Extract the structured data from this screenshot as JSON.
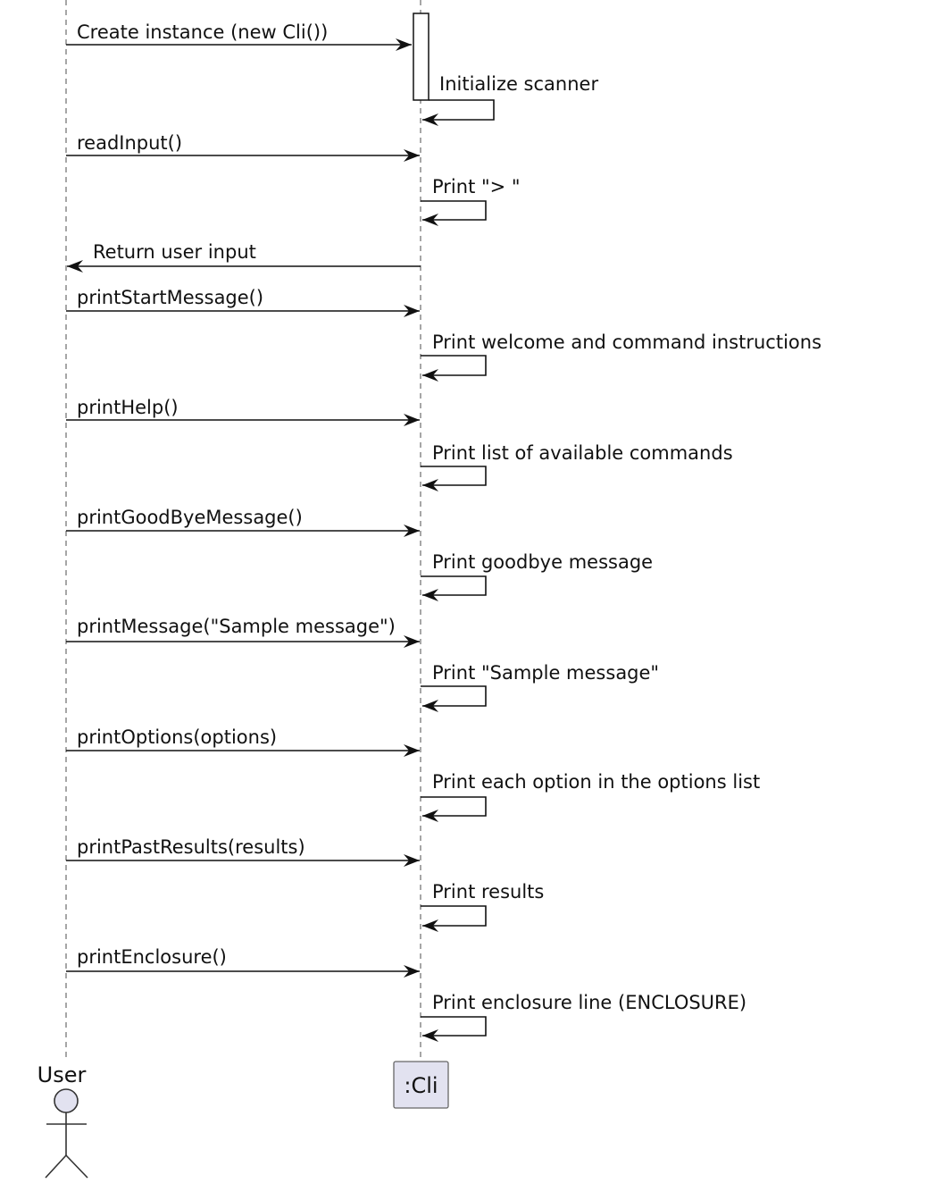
{
  "diagram": {
    "participants": {
      "user": {
        "label": "User",
        "kind": "actor"
      },
      "cli": {
        "label": ":Cli",
        "kind": "participant"
      }
    },
    "colors": {
      "line": "#111111",
      "lifeline": "#777777",
      "participant_fill": "#e2e2f0",
      "participant_border": "#666666",
      "actor_fill": "#e2e2f0"
    },
    "messages": [
      {
        "label": "Create instance (new Cli())",
        "from": "user",
        "to": "cli"
      },
      {
        "label": "Initialize scanner",
        "from": "cli",
        "to": "cli"
      },
      {
        "label": "readInput()",
        "from": "user",
        "to": "cli"
      },
      {
        "label": "Print \"> \"",
        "from": "cli",
        "to": "cli"
      },
      {
        "label": "Return user input",
        "from": "cli",
        "to": "user"
      },
      {
        "label": "printStartMessage()",
        "from": "user",
        "to": "cli"
      },
      {
        "label": "Print welcome and command instructions",
        "from": "cli",
        "to": "cli"
      },
      {
        "label": "printHelp()",
        "from": "user",
        "to": "cli"
      },
      {
        "label": "Print list of available commands",
        "from": "cli",
        "to": "cli"
      },
      {
        "label": "printGoodByeMessage()",
        "from": "user",
        "to": "cli"
      },
      {
        "label": "Print goodbye message",
        "from": "cli",
        "to": "cli"
      },
      {
        "label": "printMessage(\"Sample message\")",
        "from": "user",
        "to": "cli"
      },
      {
        "label": "Print \"Sample message\"",
        "from": "cli",
        "to": "cli"
      },
      {
        "label": "printOptions(options)",
        "from": "user",
        "to": "cli"
      },
      {
        "label": "Print each option in the options list",
        "from": "cli",
        "to": "cli"
      },
      {
        "label": "printPastResults(results)",
        "from": "user",
        "to": "cli"
      },
      {
        "label": "Print results",
        "from": "cli",
        "to": "cli"
      },
      {
        "label": "printEnclosure()",
        "from": "user",
        "to": "cli"
      },
      {
        "label": "Print enclosure line (ENCLOSURE)",
        "from": "cli",
        "to": "cli"
      }
    ]
  }
}
